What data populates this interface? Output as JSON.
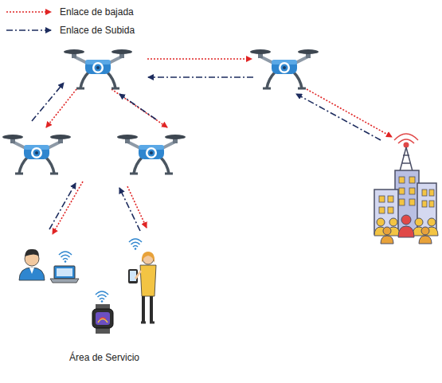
{
  "diagram": {
    "nodes": [
      {
        "text": [
          "Área de Servicio"
        ]
      }
    ],
    "edges": [],
    "legend": [
      {
        "text": "Enlace de bajada"
      },
      {
        "text": "Enlace de Subida"
      }
    ]
  }
}
